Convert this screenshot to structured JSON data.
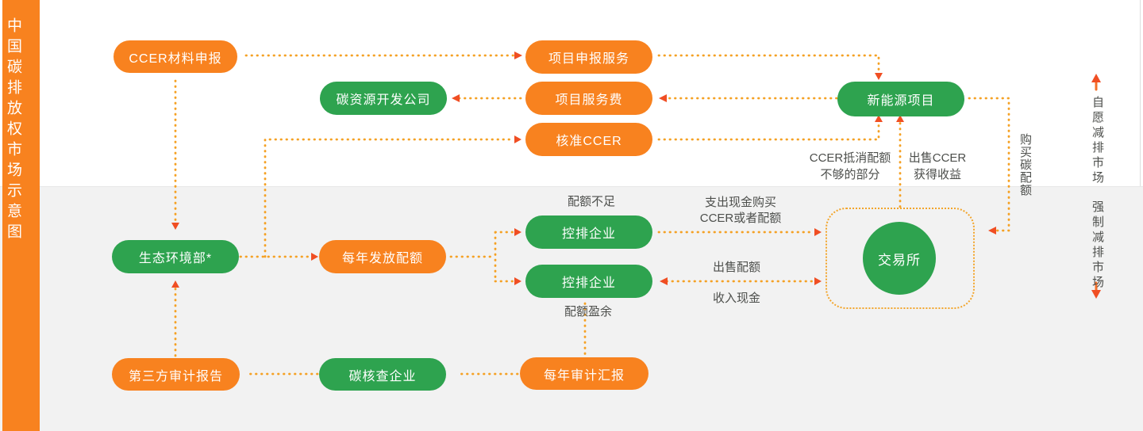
{
  "title_bar": {
    "title": "中国碳排放权市场示意图"
  },
  "markets": {
    "voluntary": "自愿减排市场",
    "mandatory": "强制减排市场"
  },
  "nodes": {
    "ccer_material": {
      "label": "CCER材料申报",
      "color": "orange"
    },
    "project_apply": {
      "label": "项目申报服务",
      "color": "orange"
    },
    "carbon_dev_co": {
      "label": "碳资源开发公司",
      "color": "green"
    },
    "project_fee": {
      "label": "项目服务费",
      "color": "orange"
    },
    "new_energy": {
      "label": "新能源项目",
      "color": "green"
    },
    "approved_ccer": {
      "label": "核准CCER",
      "color": "orange"
    },
    "moee": {
      "label": "生态环境部*",
      "color": "green"
    },
    "annual_quota": {
      "label": "每年发放配额",
      "color": "orange"
    },
    "emitter_short": {
      "label": "控排企业",
      "color": "green"
    },
    "emitter_surplus": {
      "label": "控排企业",
      "color": "green"
    },
    "exchange": {
      "label": "交易所",
      "color": "green"
    },
    "third_party_report": {
      "label": "第三方审计报告",
      "color": "orange"
    },
    "carbon_verifier": {
      "label": "碳核查企业",
      "color": "green"
    },
    "annual_audit": {
      "label": "每年审计汇报",
      "color": "orange"
    }
  },
  "flow_labels": {
    "quota_short": "配额不足",
    "quota_surplus": "配额盈余",
    "pay_cash_line1": "支出现金购买",
    "pay_cash_line2": "CCER或者配额",
    "sell_quota": "出售配额",
    "income_cash": "收入现金",
    "ccer_offset_line1": "CCER抵消配额",
    "ccer_offset_line2": "不够的部分",
    "sell_ccer_line1": "出售CCER",
    "sell_ccer_line2": "获得收益",
    "buy_quota": "购买碳配额"
  },
  "colors": {
    "node_orange": "#F8821F",
    "node_green": "#2EA34F",
    "connector": "#F5A124",
    "arrowhead": "#F04E23",
    "label_text": "#4D4F4C",
    "mandatory_zone_bg": "#F2F2F2",
    "sidebar_bg": "#F8821F"
  }
}
